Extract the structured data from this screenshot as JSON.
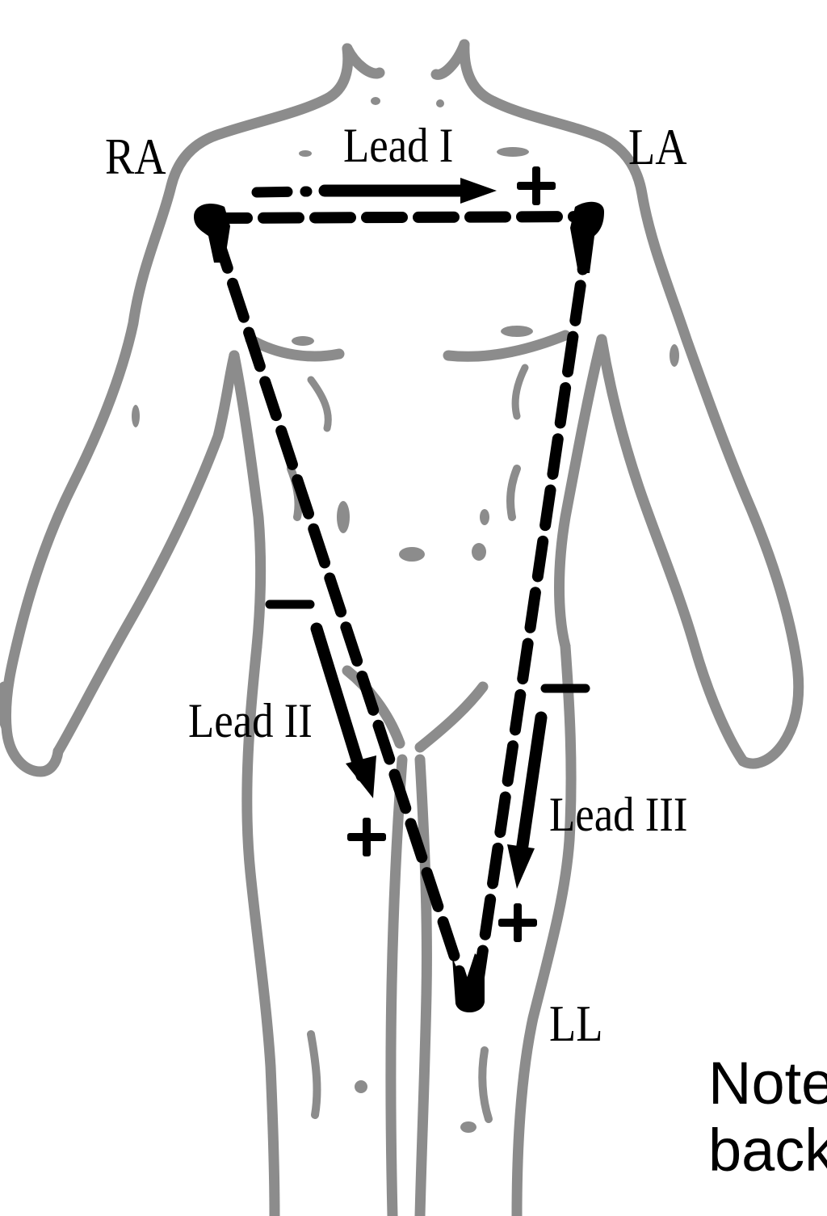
{
  "electrodes": {
    "right_arm": "RA",
    "left_arm": "LA",
    "left_leg": "LL"
  },
  "leads": {
    "lead1": "Lead I",
    "lead2": "Lead II",
    "lead3": "Lead III"
  },
  "signs": {
    "plus": "+",
    "minus": "–"
  },
  "note": {
    "line1": "Note",
    "line2": "back"
  },
  "colors": {
    "body_outline": "#8c8c8c",
    "lines": "#000000",
    "background": "#ffffff"
  }
}
